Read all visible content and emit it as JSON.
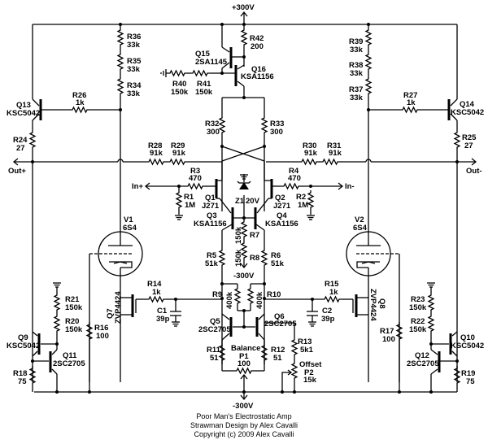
{
  "rails": {
    "positive": "+300V",
    "negative_r8": "-300V",
    "negative_bottom": "-300V"
  },
  "ports": {
    "in_plus": "In+",
    "in_minus": "In-",
    "out_plus": "Out+",
    "out_minus": "Out-"
  },
  "resistors": {
    "R1": {
      "ref": "R1",
      "value": "1M"
    },
    "R2": {
      "ref": "R2",
      "value": "1M"
    },
    "R3": {
      "ref": "R3",
      "value": "470"
    },
    "R4": {
      "ref": "R4",
      "value": "470"
    },
    "R5": {
      "ref": "R5",
      "value": "51k"
    },
    "R6": {
      "ref": "R6",
      "value": "51k"
    },
    "R7": {
      "ref": "R7",
      "value": "150k"
    },
    "R8": {
      "ref": "R8",
      "value": "150k"
    },
    "R9": {
      "ref": "R9",
      "value": "400k"
    },
    "R10": {
      "ref": "R10",
      "value": "400k"
    },
    "R11": {
      "ref": "R11",
      "value": "51"
    },
    "R12": {
      "ref": "R12",
      "value": "51"
    },
    "R13": {
      "ref": "R13",
      "value": "5k1"
    },
    "R14": {
      "ref": "R14",
      "value": "1k"
    },
    "R15": {
      "ref": "R15",
      "value": "1k"
    },
    "R16": {
      "ref": "R16",
      "value": "100"
    },
    "R17": {
      "ref": "R17",
      "value": "100"
    },
    "R18": {
      "ref": "R18",
      "value": "75"
    },
    "R19": {
      "ref": "R19",
      "value": "75"
    },
    "R20": {
      "ref": "R20",
      "value": "150k"
    },
    "R21": {
      "ref": "R21",
      "value": "150k"
    },
    "R22": {
      "ref": "R22",
      "value": "150k"
    },
    "R23": {
      "ref": "R23",
      "value": "150k"
    },
    "R24": {
      "ref": "R24",
      "value": "27"
    },
    "R25": {
      "ref": "R25",
      "value": "27"
    },
    "R26": {
      "ref": "R26",
      "value": "1k"
    },
    "R27": {
      "ref": "R27",
      "value": "1k"
    },
    "R28": {
      "ref": "R28",
      "value": "91k"
    },
    "R29": {
      "ref": "R29",
      "value": "91k"
    },
    "R30": {
      "ref": "R30",
      "value": "91k"
    },
    "R31": {
      "ref": "R31",
      "value": "91k"
    },
    "R32": {
      "ref": "R32",
      "value": "300"
    },
    "R33": {
      "ref": "R33",
      "value": "300"
    },
    "R34": {
      "ref": "R34",
      "value": "33k"
    },
    "R35": {
      "ref": "R35",
      "value": "33k"
    },
    "R36": {
      "ref": "R36",
      "value": "33k"
    },
    "R37": {
      "ref": "R37",
      "value": "33k"
    },
    "R38": {
      "ref": "R38",
      "value": "33k"
    },
    "R39": {
      "ref": "R39",
      "value": "33k"
    },
    "R40": {
      "ref": "R40",
      "value": "150k"
    },
    "R41": {
      "ref": "R41",
      "value": "150k"
    },
    "R42": {
      "ref": "R42",
      "value": "200"
    }
  },
  "pots": {
    "P1": {
      "name": "Balance",
      "ref": "P1",
      "value": "100"
    },
    "P2": {
      "name": "Offset",
      "ref": "P2",
      "value": "15k"
    }
  },
  "capacitors": {
    "C1": {
      "ref": "C1",
      "value": "39p"
    },
    "C2": {
      "ref": "C2",
      "value": "39p"
    }
  },
  "transistors": {
    "Q1": {
      "ref": "Q1",
      "part": "J271"
    },
    "Q2": {
      "ref": "Q2",
      "part": "J271"
    },
    "Q3": {
      "ref": "Q3",
      "part": "KSA1156"
    },
    "Q4": {
      "ref": "Q4",
      "part": "KSA1156"
    },
    "Q5": {
      "ref": "Q5",
      "part": "2SC2705"
    },
    "Q6": {
      "ref": "Q6",
      "part": "2SC2705"
    },
    "Q7": {
      "ref": "Q7",
      "part": "ZVP4424"
    },
    "Q8": {
      "ref": "Q8",
      "part": "ZVP4424"
    },
    "Q9": {
      "ref": "Q9",
      "part": "KSC5042"
    },
    "Q10": {
      "ref": "Q10",
      "part": "KSC5042"
    },
    "Q11": {
      "ref": "Q11",
      "part": "2SC2705"
    },
    "Q12": {
      "ref": "Q12",
      "part": "2SC2705"
    },
    "Q13": {
      "ref": "Q13",
      "part": "KSC5042"
    },
    "Q14": {
      "ref": "Q14",
      "part": "KSC5042"
    },
    "Q15": {
      "ref": "Q15",
      "part": "2SA1145"
    },
    "Q16": {
      "ref": "Q16",
      "part": "KSA1156"
    }
  },
  "tubes": {
    "V1": {
      "ref": "V1",
      "part": "6S4"
    },
    "V2": {
      "ref": "V2",
      "part": "6S4"
    }
  },
  "zener": {
    "Z1": {
      "ref": "Z1",
      "value": "20V"
    }
  },
  "caption": {
    "line1": "Poor Man's Electrostatic Amp",
    "line2": "Strawman Design by Alex Cavalli",
    "line3": "Copyright (c) 2009 Alex Cavalli"
  }
}
